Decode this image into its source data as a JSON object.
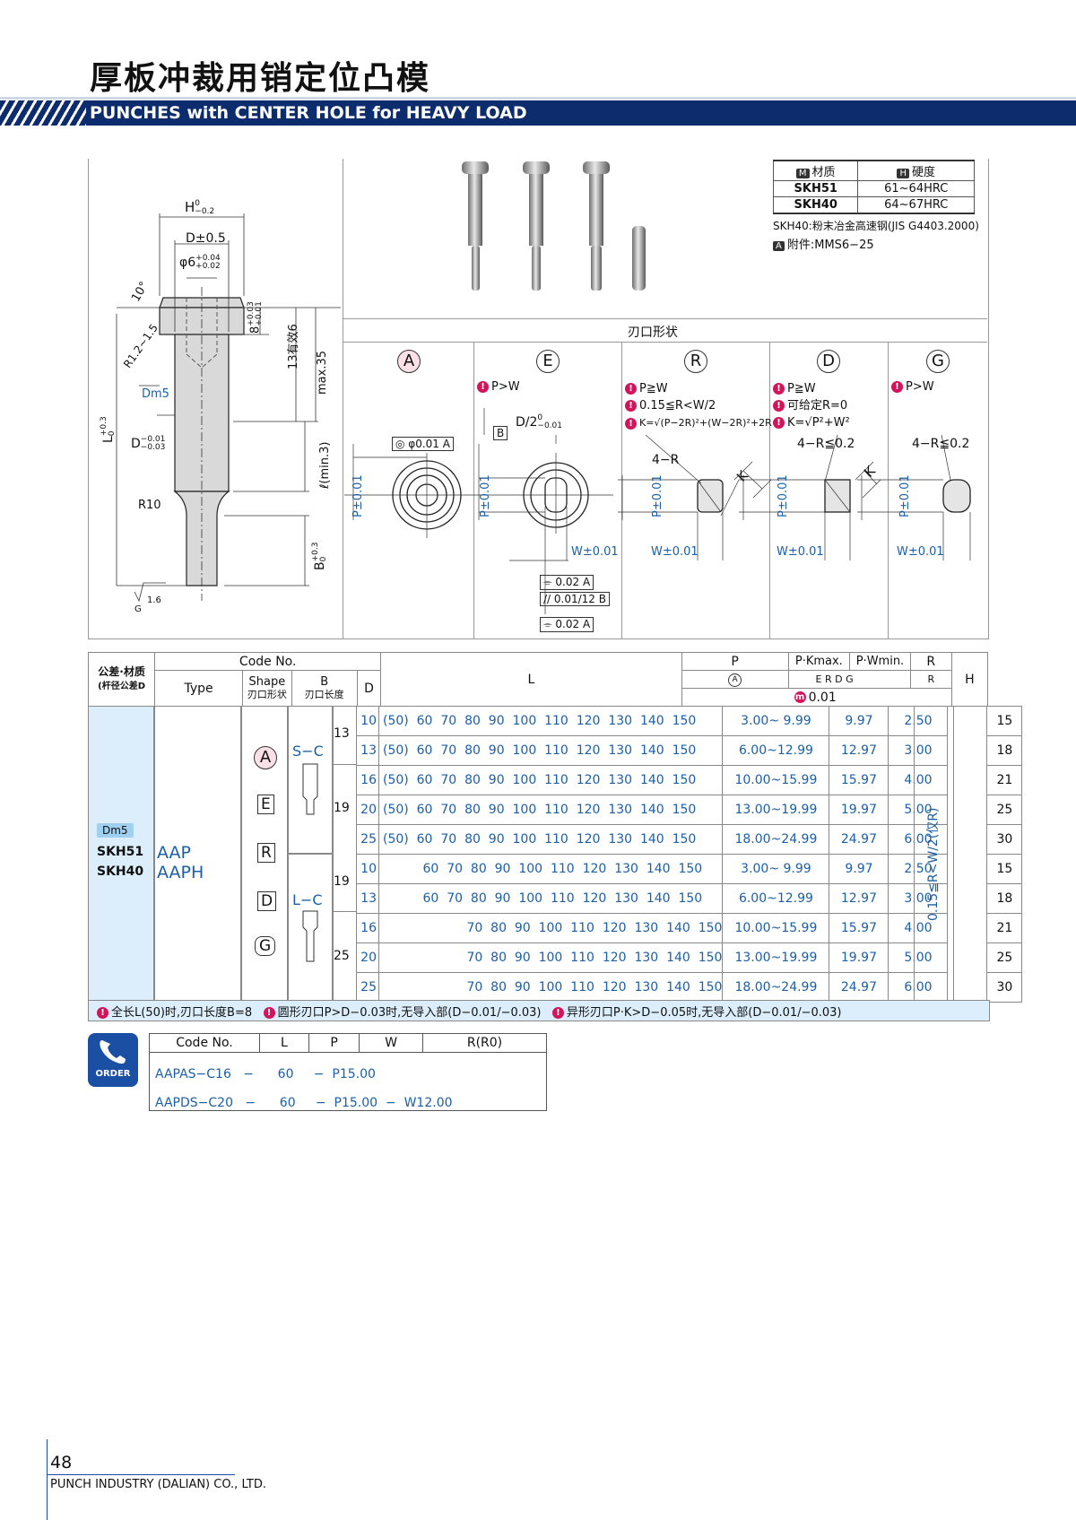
{
  "header": {
    "title_cn": "厚板冲裁用销定位凸模",
    "title_en": "PUNCHES with CENTER HOLE for HEAVY LOAD"
  },
  "drawing": {
    "H_label": "H",
    "H_tol_upper": "0",
    "H_tol_lower": "−0.2",
    "D_label": "D±0.5",
    "phi6_label": "φ6",
    "phi6_tol_upper": "+0.04",
    "phi6_tol_lower": "+0.02",
    "angle10": "10°",
    "r_label": "R1.2~1.5",
    "tol8": "8",
    "tol8_upper": "+0.03",
    "tol8_lower": "+0.01",
    "eff13": "13有效6",
    "max35": "max.35",
    "dm5": "Dm5",
    "L_label": "L",
    "L_tol_upper": "+0.3",
    "L_tol_lower": "0",
    "D_tol": "D",
    "D_tol_upper": "−0.01",
    "D_tol_lower": "−0.03",
    "l_min": "ℓ(min.3)",
    "R10": "R10",
    "B_label": "B",
    "B_tol_upper": "+0.3",
    "B_tol_lower": "0",
    "rough": "1.6",
    "G_mark": "G"
  },
  "material": {
    "col_material": "材质",
    "col_hardness": "硬度",
    "rows": [
      {
        "material": "SKH51",
        "hardness": "61~64HRC"
      },
      {
        "material": "SKH40",
        "hardness": "64~67HRC"
      }
    ],
    "note1": "SKH40:粉末冶金高速钢(JIS G4403.2000)",
    "note2": "附件:MMS6−25",
    "badge_m": "M",
    "badge_h": "H",
    "badge_a": "A"
  },
  "shapes": {
    "header": "刃口形状",
    "items": [
      {
        "code": "A",
        "notes": []
      },
      {
        "code": "E",
        "notes": [
          "P>W"
        ]
      },
      {
        "code": "R",
        "notes": [
          "P≧W",
          "0.15≦R<W/2",
          "K=√(P−2R)²+(W−2R)²+2R"
        ]
      },
      {
        "code": "D",
        "notes": [
          "P≧W",
          "可给定R=0",
          "K=√P²+W²"
        ]
      },
      {
        "code": "G",
        "notes": [
          "P>W"
        ]
      }
    ],
    "concentric": "◎ φ0.01 A",
    "half_d": "D/2",
    "half_d_tol_upper": "0",
    "half_d_tol_lower": "−0.01",
    "b_box": "B",
    "p_tol": "P±0.01",
    "w_tol": "W±0.01",
    "four_r": "4−R",
    "four_r_le": "4−R≦0.2",
    "k_label": "K",
    "gdt1": "⌯ 0.02 A",
    "gdt2": "// 0.01/12 B",
    "gdt3": "⌯ 0.02 A"
  },
  "table": {
    "headers": {
      "tol_material": "公差·材质",
      "tol_sub": "(杆径公差D",
      "code_no": "Code No.",
      "type": "Type",
      "shape": "Shape",
      "shape_cn": "刃口形状",
      "b": "B",
      "b_cn": "刃口长度",
      "d": "D",
      "l": "L",
      "p": "P",
      "p_circ": "A",
      "pk": "P·Kmax.",
      "pk_circ": "E R D G",
      "pw": "P·Wmin.",
      "r": "R",
      "r_circ": "R",
      "h": "H",
      "unit": "0.01"
    },
    "dm5": "Dm5",
    "mat1": "SKH51",
    "mat2": "SKH40",
    "type1": "AAP",
    "type2": "AAPH",
    "shape_codes": [
      "A",
      "E",
      "R",
      "D",
      "G"
    ],
    "sc": "S−C",
    "lc": "L−C",
    "r_range": "0.15≦R<W/2(仅R)",
    "rows": [
      {
        "b": "13",
        "d": "10",
        "l": "(50)  60  70  80  90  100  110  120  130  140  150",
        "p": "3.00~  9.99",
        "pk": "9.97",
        "pw": "2.50",
        "h": "15"
      },
      {
        "b": "",
        "d": "13",
        "l": "(50)  60  70  80  90  100  110  120  130  140  150",
        "p": "6.00~12.99",
        "pk": "12.97",
        "pw": "3.00",
        "h": "18"
      },
      {
        "b": "19",
        "d": "16",
        "l": "(50)  60  70  80  90  100  110  120  130  140  150",
        "p": "10.00~15.99",
        "pk": "15.97",
        "pw": "4.00",
        "h": "21"
      },
      {
        "b": "",
        "d": "20",
        "l": "(50)  60  70  80  90  100  110  120  130  140  150",
        "p": "13.00~19.99",
        "pk": "19.97",
        "pw": "5.00",
        "h": "25"
      },
      {
        "b": "",
        "d": "25",
        "l": "(50)  60  70  80  90  100  110  120  130  140  150",
        "p": "18.00~24.99",
        "pk": "24.97",
        "pw": "6.00",
        "h": "30"
      },
      {
        "b": "19",
        "d": "10",
        "l": "          60  70  80  90  100  110  120  130  140  150",
        "p": "3.00~  9.99",
        "pk": "9.97",
        "pw": "2.50",
        "h": "15"
      },
      {
        "b": "",
        "d": "13",
        "l": "          60  70  80  90  100  110  120  130  140  150",
        "p": "6.00~12.99",
        "pk": "12.97",
        "pw": "3.00",
        "h": "18"
      },
      {
        "b": "25",
        "d": "16",
        "l": "                     70  80  90  100  110  120  130  140  150",
        "p": "10.00~15.99",
        "pk": "15.97",
        "pw": "4.00",
        "h": "21"
      },
      {
        "b": "",
        "d": "20",
        "l": "                     70  80  90  100  110  120  130  140  150",
        "p": "13.00~19.99",
        "pk": "19.97",
        "pw": "5.00",
        "h": "25"
      },
      {
        "b": "",
        "d": "25",
        "l": "                     70  80  90  100  110  120  130  140  150",
        "p": "18.00~24.99",
        "pk": "24.97",
        "pw": "6.00",
        "h": "30"
      }
    ],
    "footnote1": "全长L(50)时,刃口长度B=8",
    "footnote2": "圆形刃口P>D−0.03时,无导入部(D−0.01/−0.03)",
    "footnote3": "异形刃口P·K>D−0.05时,无导入部(D−0.01/−0.03)"
  },
  "order": {
    "icon_label": "ORDER",
    "headers": [
      "Code No.",
      "L",
      "P",
      "W",
      "R(R0)"
    ],
    "rows": [
      [
        "AAPAS−C16",
        "−",
        "60",
        "−",
        "P15.00",
        "",
        ""
      ],
      [
        "AAPDS−C20",
        "−",
        "60",
        "−",
        "P15.00",
        "−",
        "W12.00"
      ]
    ]
  },
  "footer": {
    "page": "48",
    "company": "PUNCH INDUSTRY (DALIAN) CO., LTD."
  }
}
